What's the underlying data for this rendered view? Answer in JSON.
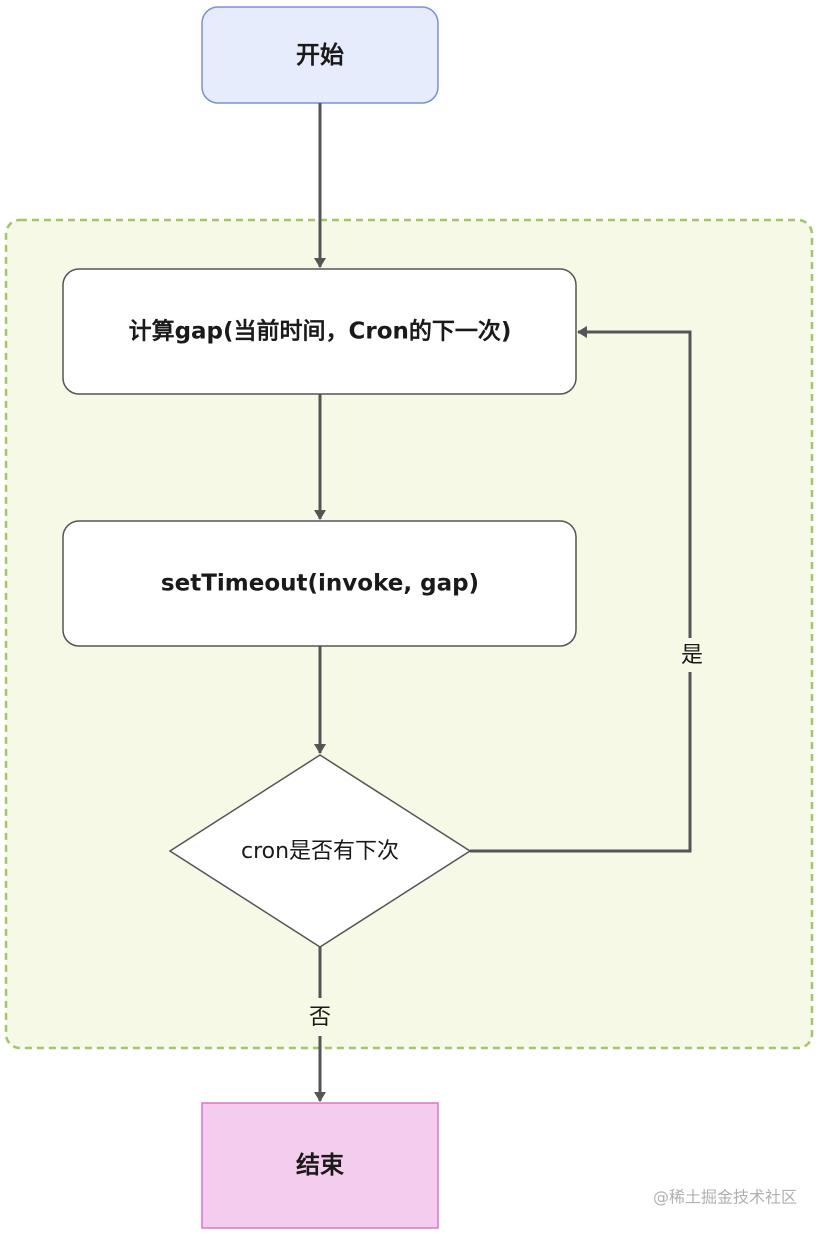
{
  "nodes": {
    "start": {
      "label": "开始"
    },
    "compute_gap": {
      "label": "计算gap(当前时间，Cron的下一次)"
    },
    "set_timeout": {
      "label": "setTimeout(invoke, gap)"
    },
    "decision": {
      "label": "cron是否有下次"
    },
    "end": {
      "label": "结束"
    }
  },
  "edges": {
    "yes_label": "是",
    "no_label": "否"
  },
  "watermark": "@稀土掘金技术社区",
  "colors": {
    "start_fill": "#e6ecfb",
    "start_stroke": "#7b8fd6",
    "group_fill": "#f5f9e6",
    "group_stroke": "#a6c46a",
    "box_fill": "#ffffff",
    "box_stroke": "#555555",
    "end_fill": "#f4cdee",
    "end_stroke": "#d977c8",
    "arrow": "#555555"
  }
}
